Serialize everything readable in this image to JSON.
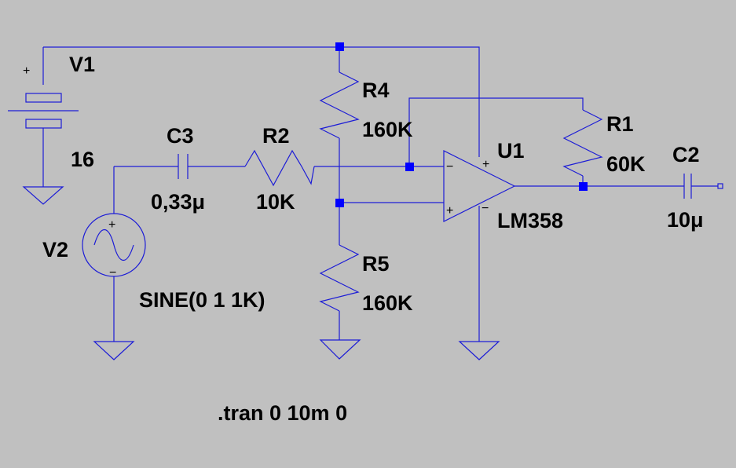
{
  "colors": {
    "background": "#c0c0c0",
    "wire": "#1c1cd6",
    "junction": "#0000ff",
    "text": "#000000"
  },
  "components": {
    "v1": {
      "name": "V1",
      "value": "16"
    },
    "v2": {
      "name": "V2",
      "value": "SINE(0 1 1K)"
    },
    "c3": {
      "name": "C3",
      "value": "0,33μ"
    },
    "r2": {
      "name": "R2",
      "value": "10K"
    },
    "r4": {
      "name": "R4",
      "value": "160K"
    },
    "r5": {
      "name": "R5",
      "value": "160K"
    },
    "r1": {
      "name": "R1",
      "value": "60K"
    },
    "u1": {
      "name": "U1",
      "value": "LM358"
    },
    "c2": {
      "name": "C2",
      "value": "10μ"
    }
  },
  "pins": {
    "plus": "+",
    "minus": "−"
  },
  "directive": ".tran 0 10m 0"
}
